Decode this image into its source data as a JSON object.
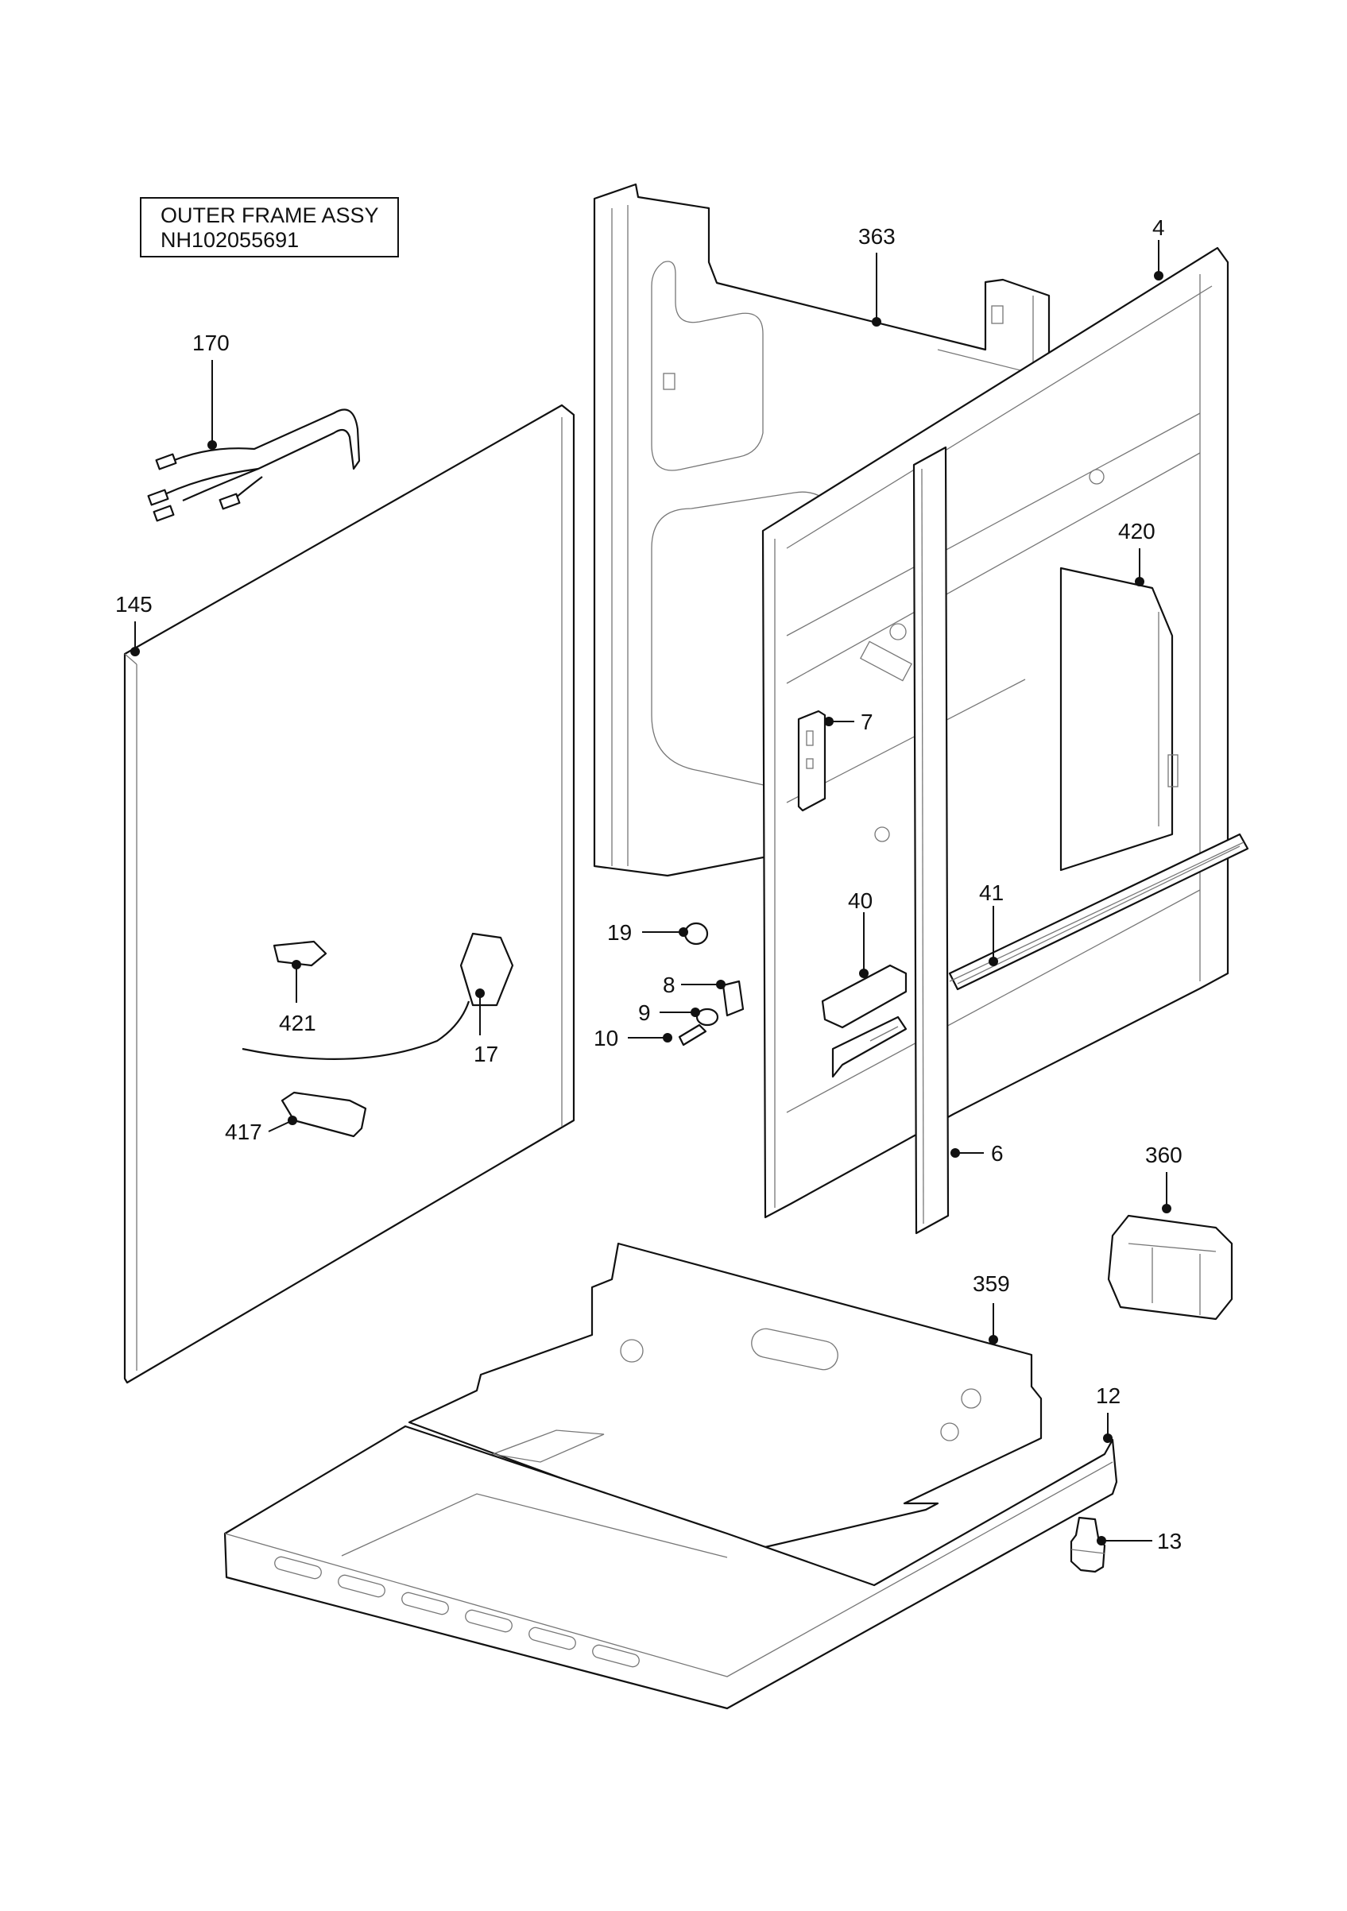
{
  "title": {
    "line1": "OUTER FRAME ASSY",
    "line2": "NH102055691"
  },
  "callouts": [
    {
      "id": "363",
      "label": "363"
    },
    {
      "id": "4",
      "label": "4"
    },
    {
      "id": "170",
      "label": "170"
    },
    {
      "id": "420",
      "label": "420"
    },
    {
      "id": "145",
      "label": "145"
    },
    {
      "id": "7",
      "label": "7"
    },
    {
      "id": "40",
      "label": "40"
    },
    {
      "id": "41",
      "label": "41"
    },
    {
      "id": "19",
      "label": "19"
    },
    {
      "id": "8",
      "label": "8"
    },
    {
      "id": "9",
      "label": "9"
    },
    {
      "id": "10",
      "label": "10"
    },
    {
      "id": "421",
      "label": "421"
    },
    {
      "id": "17",
      "label": "17"
    },
    {
      "id": "417",
      "label": "417"
    },
    {
      "id": "6",
      "label": "6"
    },
    {
      "id": "360",
      "label": "360"
    },
    {
      "id": "359",
      "label": "359"
    },
    {
      "id": "12",
      "label": "12"
    },
    {
      "id": "13",
      "label": "13"
    }
  ]
}
